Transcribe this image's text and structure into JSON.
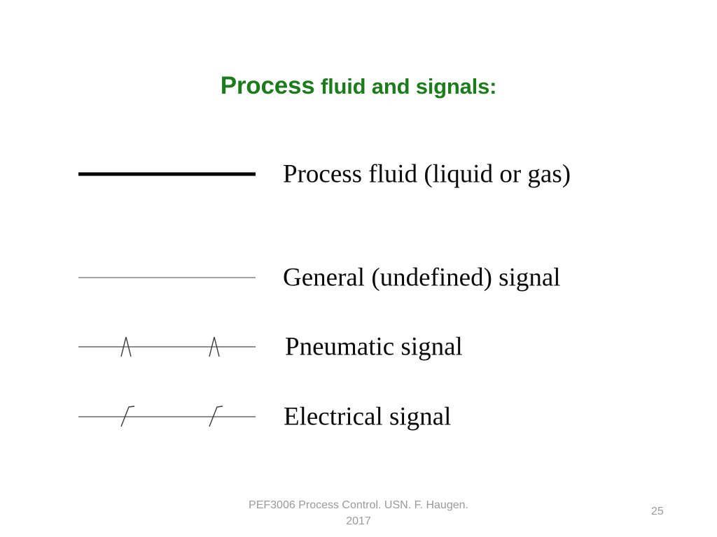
{
  "slide": {
    "title": {
      "lead": "Process",
      "rest": " fluid and signals:",
      "color": "#1a7d1a"
    },
    "legend": [
      {
        "id": "fluid",
        "symbol": "thick-solid-line",
        "label": "Process fluid (liquid or gas)",
        "line_color": "#000000",
        "line_width": 5
      },
      {
        "id": "general",
        "symbol": "thin-solid-line",
        "label": "General (undefined) signal",
        "line_color": "#6b6b6b",
        "line_width": 1.2
      },
      {
        "id": "pneumatic",
        "symbol": "line-with-two-caret-marks",
        "label": "Pneumatic signal",
        "line_color": "#4a4a4a",
        "line_width": 1.2,
        "mark_positions": [
          68,
          194
        ]
      },
      {
        "id": "electrical",
        "symbol": "line-with-two-slash-flag-marks",
        "label": "Electrical signal",
        "line_color": "#4a4a4a",
        "line_width": 1.2,
        "mark_positions": [
          68,
          194
        ]
      }
    ],
    "footer": {
      "note_line1": "PEF3006 Process Control. USN. F. Haugen.",
      "note_line2": "2017",
      "page_number": "25",
      "color": "#9a9a9a"
    }
  }
}
